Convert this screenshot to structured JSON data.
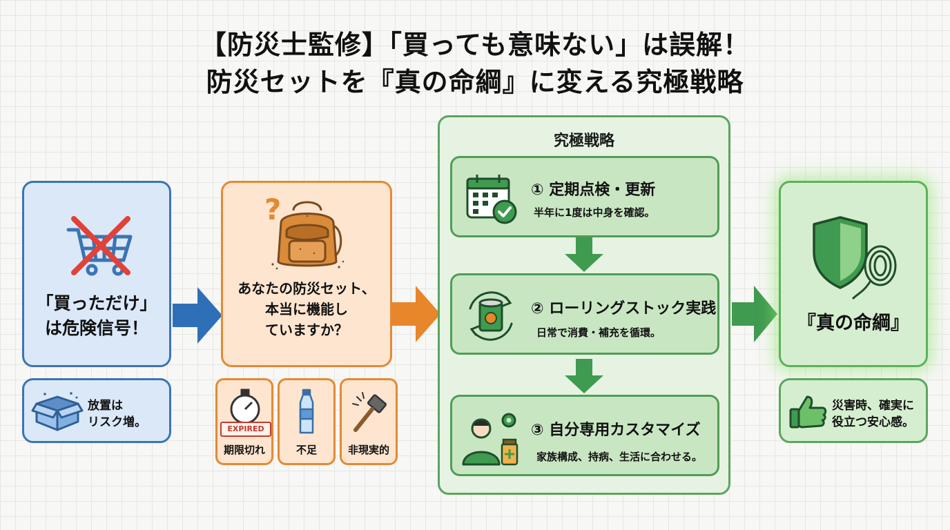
{
  "title": {
    "line1": "【防災士監修】「買っても意味ない」は誤解！",
    "line2": "防災セットを『真の命綱』に変える究極戦略"
  },
  "left_panel": {
    "main_line1": "「買っただけ」",
    "main_line2": "は危険信号！",
    "sub_line1": "放置は",
    "sub_line2": "リスク増。"
  },
  "middle_panel": {
    "question_mark": "?",
    "main_line1": "あなたの防災セット、",
    "main_line2": "本当に機能し",
    "main_line3": "ていますか？",
    "problems": [
      {
        "label": "期限切れ",
        "tag": "EXPIRED"
      },
      {
        "label": "不足"
      },
      {
        "label": "非現実的"
      }
    ]
  },
  "strategy": {
    "heading": "究極戦略",
    "steps": [
      {
        "title": "① 定期点検・更新",
        "desc": "半年に1度は中身を確認。"
      },
      {
        "title": "② ローリングストック実践",
        "desc": "日常で消費・補充を循環。"
      },
      {
        "title": "③ 自分専用カスタマイズ",
        "desc": "家族構成、持病、生活に合わせる。"
      }
    ]
  },
  "right_panel": {
    "main": "『真の命綱』",
    "sub_line1": "災害時、確実に",
    "sub_line2": "役立つ安心感。"
  },
  "colors": {
    "blue": "#3a74b5",
    "orange": "#e38a34",
    "green": "#3f9b4f",
    "red_cross": "#e0423a"
  }
}
